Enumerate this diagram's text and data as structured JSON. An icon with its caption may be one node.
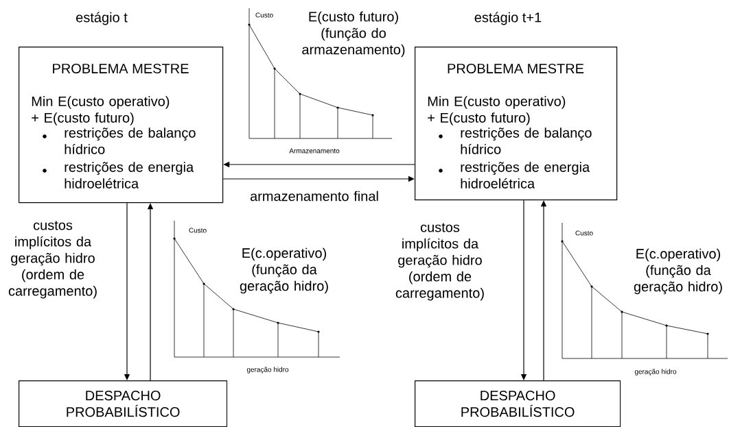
{
  "diagram": {
    "nodes": [
      {
        "text": [
          "PROBLEMA MESTRE",
          "Min E(custo operativo) + E(custo futuro)",
          "restrições de balanço hídrico",
          "restrições de energia hidroelétrica"
        ]
      },
      {
        "text": [
          "PROBLEMA MESTRE",
          "Min E(custo operativo) + E(custo futuro)",
          "restrições de balanço hídrico",
          "restrições de energia hidroelétrica"
        ]
      },
      {
        "text": [
          "DESPACHO PROBABILÍSTICO"
        ]
      },
      {
        "text": [
          "DESPACHO PROBABILÍSTICO"
        ]
      }
    ],
    "edges": [
      {
        "from": 1,
        "to": 0,
        "arrow": "to"
      },
      {
        "from": 0,
        "to": 1,
        "arrow": "to",
        "label": "armazenamento final"
      },
      {
        "from": 0,
        "to": 2,
        "arrow": "to",
        "label": "custos implícitos da geração hidro (ordem de carregamento)"
      },
      {
        "from": 2,
        "to": 0,
        "arrow": "to"
      },
      {
        "from": 1,
        "to": 3,
        "arrow": "to",
        "label": "custos implícitos da geração hidro (ordem de carregamento)"
      },
      {
        "from": 3,
        "to": 1,
        "arrow": "to"
      }
    ],
    "labels": [
      "estágio t",
      "Custo",
      "E(custo futuro) (função do armazenamento)",
      "estágio t+1",
      "Armazenamento",
      "Custo",
      "E(c.operativo) (função da geração hidro)",
      "geração hidro",
      "Custo",
      "E(c.operativo) (função da geração hidro)",
      "geração hidro"
    ]
  }
}
